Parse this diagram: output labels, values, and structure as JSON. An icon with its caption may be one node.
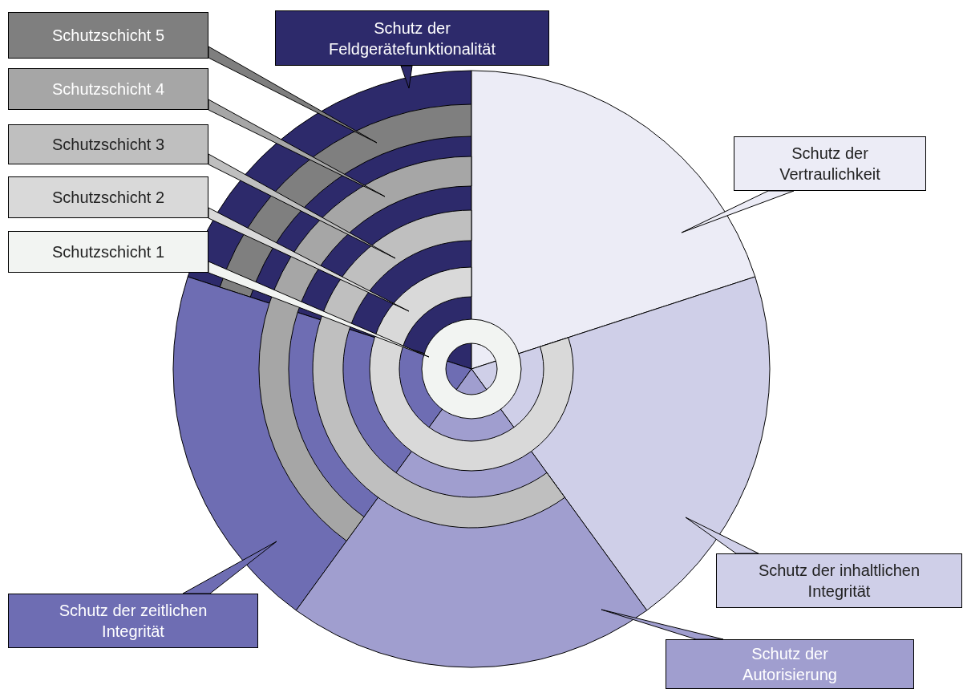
{
  "diagram": {
    "nodes": [
      {
        "text": [
          "Schutzschicht 5"
        ]
      },
      {
        "text": [
          "Schutzschicht 4"
        ]
      },
      {
        "text": [
          "Schutzschicht 3"
        ]
      },
      {
        "text": [
          "Schutzschicht 2"
        ]
      },
      {
        "text": [
          "Schutzschicht 1"
        ]
      },
      {
        "text": [
          "Schutz der Feldgerätefunktionalität"
        ]
      },
      {
        "text": [
          "Schutz der Vertraulichkeit"
        ]
      },
      {
        "text": [
          "Schutz der inhaltlichen Integrität"
        ]
      },
      {
        "text": [
          "Schutz der zeitlichen Integrität"
        ]
      },
      {
        "text": [
          "Schutz der Autorisierung"
        ]
      },
      {
        "text": [],
        "shape": "ring",
        "in": 15
      },
      {
        "text": [],
        "shape": "ring"
      },
      {
        "text": [],
        "shape": "ring"
      },
      {
        "text": [],
        "shape": "ring"
      },
      {
        "text": [],
        "shape": "ring"
      },
      {
        "text": [],
        "shape": "sector"
      },
      {
        "text": [],
        "shape": "sector"
      },
      {
        "text": [],
        "shape": "sector"
      },
      {
        "text": [],
        "shape": "sector"
      },
      {
        "text": [],
        "shape": "sector"
      }
    ],
    "edges": [
      {
        "from": 0,
        "to": 10,
        "arrow": "none"
      },
      {
        "from": 1,
        "to": 11,
        "arrow": "none"
      },
      {
        "from": 2,
        "to": 12,
        "arrow": "none"
      },
      {
        "from": 3,
        "to": 13,
        "arrow": "none"
      },
      {
        "from": 4,
        "to": 14,
        "arrow": "none"
      },
      {
        "from": 5,
        "to": 15,
        "arrow": "none"
      },
      {
        "from": 6,
        "to": 16,
        "arrow": "none"
      },
      {
        "from": 7,
        "to": 17,
        "arrow": "none"
      },
      {
        "from": 8,
        "to": 18,
        "arrow": "none"
      },
      {
        "from": 9,
        "to": 19,
        "arrow": "none"
      }
    ]
  }
}
